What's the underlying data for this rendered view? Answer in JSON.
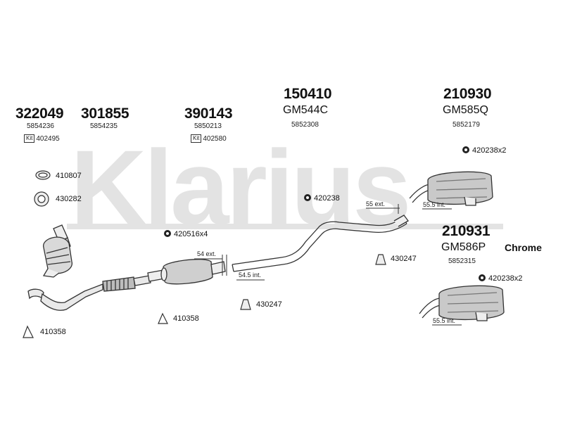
{
  "watermark": "Klarius",
  "parts": {
    "p322049": {
      "number": "322049",
      "oem": "5854236",
      "kit_label": "Kit",
      "kit": "402495"
    },
    "p301855": {
      "number": "301855",
      "oem": "5854235"
    },
    "p390143": {
      "number": "390143",
      "oem": "5850213",
      "kit_label": "Kit",
      "kit": "402580"
    },
    "p150410": {
      "number": "150410",
      "code": "GM544C",
      "oem": "5852308"
    },
    "p210930": {
      "number": "210930",
      "code": "GM585Q",
      "oem": "5852179"
    },
    "p210931": {
      "number": "210931",
      "code": "GM586P",
      "oem": "5852315",
      "finish": "Chrome"
    }
  },
  "fittings": {
    "f410807": "410807",
    "f430282": "430282",
    "f420516": "420516x4",
    "f420238a": "420238",
    "f420238b": "420238x2",
    "f420238c": "420238x2",
    "f430247a": "430247",
    "f430247b": "430247",
    "f410358a": "410358",
    "f410358b": "410358"
  },
  "dimensions": {
    "d54ext": "54 ext.",
    "d545int": "54.5 int.",
    "d55ext": "55 ext.",
    "d555int_a": "55.5 int.",
    "d555int_b": "55.5 int."
  }
}
